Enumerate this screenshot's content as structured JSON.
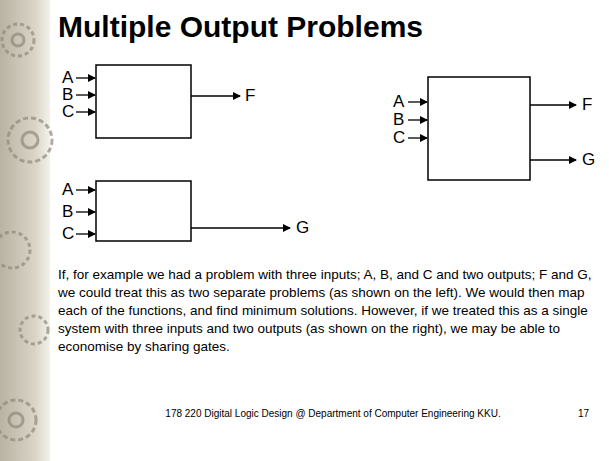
{
  "diagram": {
    "title": "Multiple Output Problems",
    "labels": [
      "A",
      "B",
      "C",
      "F",
      "A",
      "B",
      "C",
      "G",
      "A",
      "B",
      "C",
      "F",
      "G",
      "If, for example we had a problem with three inputs; A, B, and C and two outputs; F and G, we could treat this as two separate problems (as shown on the left). We would then map each of the functions, and find minimum solutions. However, if we treated this as a single system with three inputs and two outputs (as shown on the right), we may be able to economise by sharing gates.",
      "178 220 Digital Logic Design @ Department of Computer Engineering KKU.",
      "17"
    ]
  }
}
